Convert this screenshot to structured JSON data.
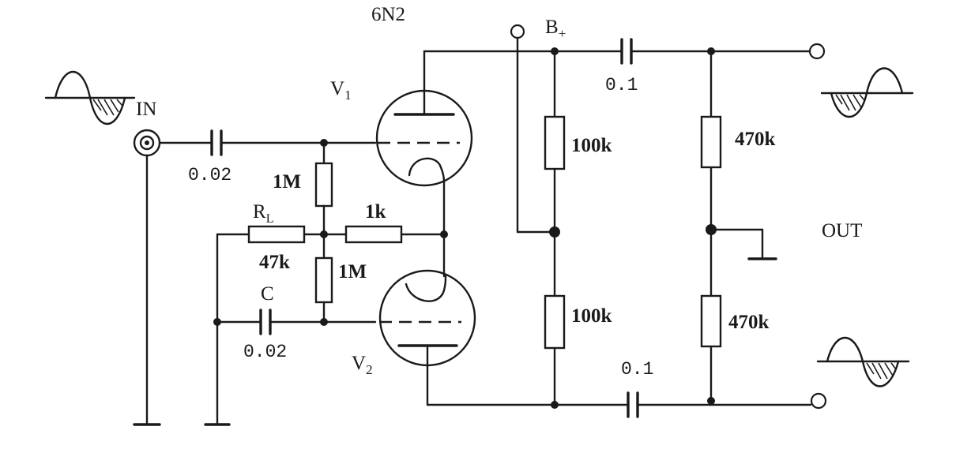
{
  "labels": {
    "tube_type": "6N2",
    "supply": "B",
    "supply_sub": "+",
    "input": "IN",
    "output": "OUT",
    "v1": "V",
    "v1_sub": "1",
    "v2": "V",
    "v2_sub": "2",
    "rl": "R",
    "rl_sub": "L",
    "cap_c": "C"
  },
  "values": {
    "c_in": "0.02",
    "c_fb": "0.02",
    "r_grid_top": "1M",
    "r_grid_bottom": "1M",
    "r_cathode": "1k",
    "r_load": "47k",
    "r_plate": "100k",
    "r_cathode_load": "100k",
    "c_out_top": "0.1",
    "c_out_bottom": "0.1",
    "r_out_top": "470k",
    "r_out_bottom": "470k"
  },
  "colors": {
    "ink": "#1a1a1a",
    "paper": "#ffffff"
  }
}
